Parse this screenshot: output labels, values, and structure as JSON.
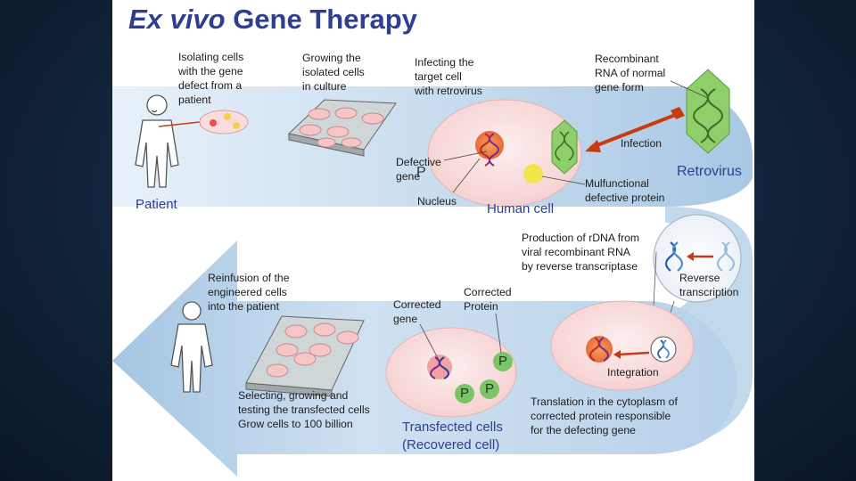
{
  "slide": {
    "title_italic": "Ex vivo",
    "title_rest": "Gene Therapy"
  },
  "steps": {
    "isolating": [
      "Isolating cells",
      "with the gene",
      "defect from a",
      "patient"
    ],
    "growing": [
      "Growing the",
      "isolated cells",
      "in culture"
    ],
    "infecting": [
      "Infecting the",
      "target cell",
      "with retrovirus"
    ],
    "recombinant": [
      "Recombinant",
      "RNA of normal",
      "gene form"
    ],
    "production": [
      "Production of rDNA from",
      "viral recombinant RNA",
      "by reverse transcriptase"
    ],
    "reinfusion": [
      "Reinfusion of the",
      "engineered cells",
      "into the patient"
    ],
    "selecting": [
      "Selecting, growing and",
      "testing the transfected cells",
      "Grow cells to 100 billion"
    ],
    "translation": [
      "Translation in the cytoplasm of",
      "corrected protein responsible",
      "for the defecting gene"
    ]
  },
  "labels": {
    "patient": "Patient",
    "retrovirus": "Retrovirus",
    "infection": "Infection",
    "defective_gene": [
      "Defective",
      "gene"
    ],
    "nucleus": "Nucleus",
    "human_cell": "Human cell",
    "mulfunctional": [
      "Mulfunctional",
      "defective protein"
    ],
    "reverse": [
      "Reverse",
      "transcription"
    ],
    "corrected_gene": [
      "Corrected",
      "gene"
    ],
    "corrected_protein": [
      "Corrected",
      "Protein"
    ],
    "integration": "Integration",
    "transfected": [
      "Transfected cells",
      "(Recovered cell)"
    ],
    "protein_symbol": "P"
  },
  "colors": {
    "band": "#c6dcee",
    "band_dark": "#9fc2e0",
    "cell_fill": "#f9dcdc",
    "label_blue": "#2c3f90",
    "virus_green": "#8fcf6a",
    "arrow_red": "#c83a10",
    "protein_green": "#7cc36a",
    "protein_yellow": "#f3e64a"
  }
}
